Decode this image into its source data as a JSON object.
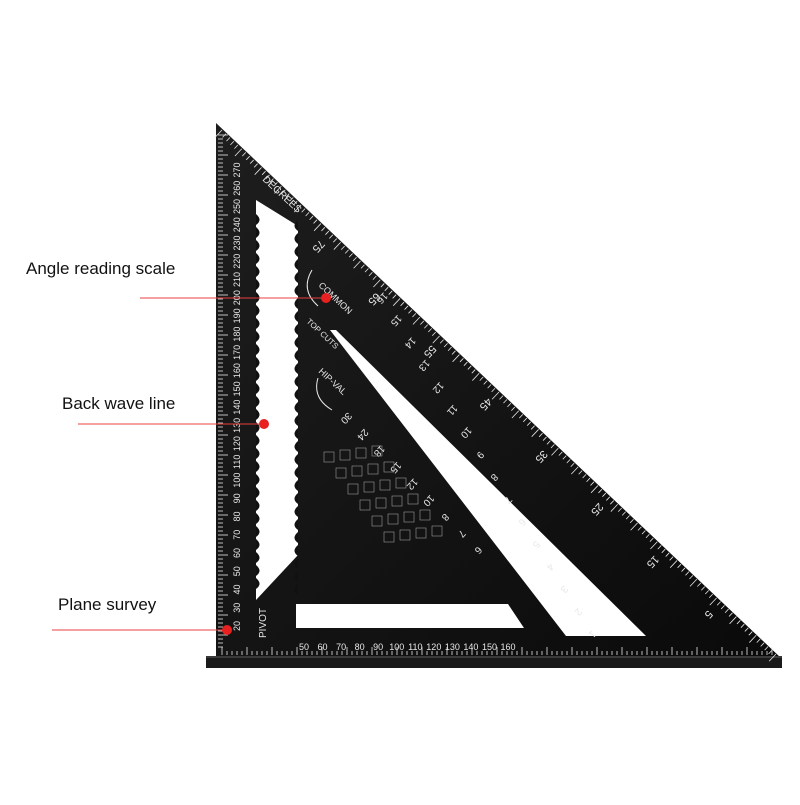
{
  "callouts": {
    "angle_reading_scale": "Angle reading scale",
    "back_wave_line": "Back wave line",
    "plane_survey": "Plane survey"
  },
  "ruler": {
    "degrees_label": "DEGREES",
    "pivot_label": "PIVOT",
    "left_scale": [
      "20",
      "30",
      "40",
      "50",
      "60",
      "70",
      "80",
      "90",
      "100",
      "110",
      "120",
      "130",
      "140",
      "150",
      "160",
      "170",
      "180",
      "190",
      "200",
      "210",
      "220",
      "230",
      "240",
      "250",
      "260",
      "270"
    ],
    "bottom_scale": [
      "50",
      "60",
      "70",
      "80",
      "90",
      "100",
      "110",
      "120",
      "130",
      "140",
      "150",
      "160"
    ],
    "hypotenuse_degrees": [
      "75",
      "65",
      "55",
      "45",
      "35",
      "25",
      "15",
      "5"
    ],
    "hypotenuse_inches": [
      "1",
      "2",
      "3",
      "4",
      "5",
      "6",
      "7",
      "8",
      "9",
      "10",
      "11",
      "12",
      "13",
      "14",
      "15",
      "16"
    ],
    "common_label": "COMMON",
    "hip_val_label": "HIP-VAL",
    "top_cuts_label": "TOP CUTS",
    "inner_numbers": [
      "30",
      "24",
      "18",
      "15",
      "12",
      "10",
      "8",
      "7",
      "6"
    ]
  },
  "colors": {
    "ruler_body": "#111111",
    "engraving": "#e8e8e8",
    "callout_line": "#e84040",
    "callout_dot": "#e82020"
  }
}
